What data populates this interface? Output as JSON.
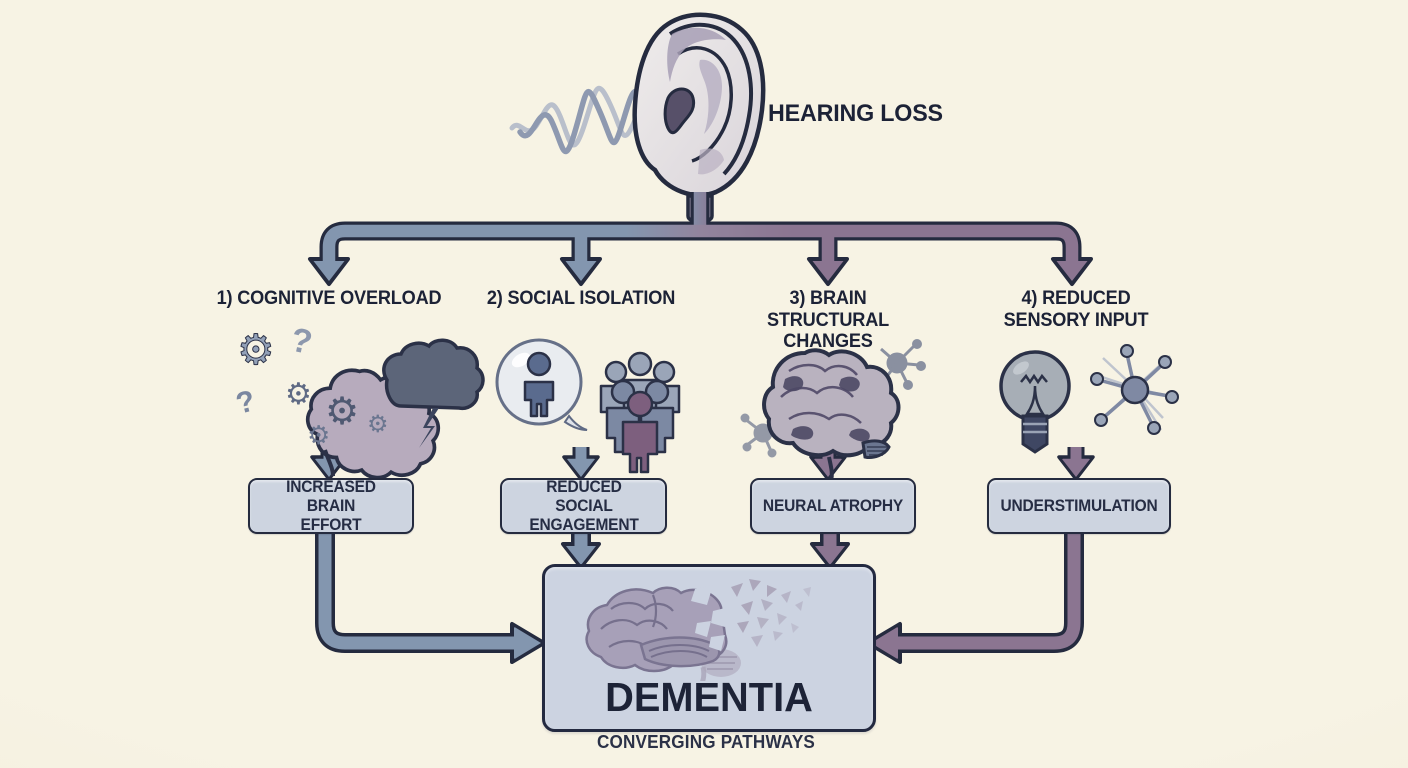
{
  "header": {
    "title": "HEARING LOSS"
  },
  "pathways": [
    {
      "heading": "1) COGNITIVE OVERLOAD",
      "outcome": "INCREASED BRAIN EFFORT",
      "icon": "brain-gears-storm-icon",
      "color": "#8396af"
    },
    {
      "heading": "2) SOCIAL ISOLATION",
      "outcome": "REDUCED SOCIAL ENGAGEMENT",
      "icon": "isolation-bubble-group-icon",
      "color": "#8396af"
    },
    {
      "heading": "3) BRAIN STRUCTURAL CHANGES",
      "outcome": "NEURAL ATROPHY",
      "icon": "brain-neurons-icon",
      "color": "#8b7591"
    },
    {
      "heading": "4) REDUCED SENSORY INPUT",
      "outcome": "UNDERSTIMULATION",
      "icon": "dim-bulb-neuron-icon",
      "color": "#8b7591"
    }
  ],
  "convergence": {
    "label": "DEMENTIA",
    "caption": "CONVERGING PATHWAYS"
  },
  "colors": {
    "background": "#f6f2e2",
    "pathway_left": "#8396af",
    "pathway_right": "#8b7591",
    "box_fill": "#cdd4e0",
    "outline": "#252b3f",
    "text": "#1c2236"
  }
}
